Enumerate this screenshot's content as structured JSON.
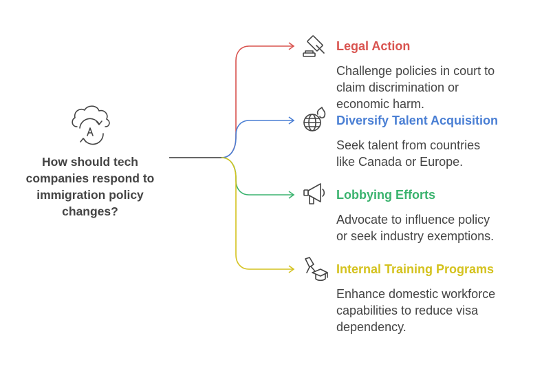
{
  "question": {
    "lines": [
      "How should tech",
      "companies respond to",
      "immigration policy",
      "changes?"
    ]
  },
  "icons": {
    "central": "translate-cloud-icon"
  },
  "branches": [
    {
      "title": "Legal Action",
      "description_lines": [
        "Challenge policies in court to",
        "claim discrimination or",
        "economic harm."
      ],
      "color": "#d9534f",
      "icon": "gavel-icon"
    },
    {
      "title": "Diversify Talent Acquisition",
      "description_lines": [
        "Seek talent from countries",
        "like Canada or Europe."
      ],
      "color": "#4a7fd4",
      "icon": "globe-icon"
    },
    {
      "title": "Lobbying Efforts",
      "description_lines": [
        "Advocate to influence policy",
        "or seek industry exemptions."
      ],
      "color": "#3ab36e",
      "icon": "megaphone-icon"
    },
    {
      "title": "Internal Training Programs",
      "description_lines": [
        "Enhance domestic workforce",
        "capabilities to reduce visa",
        "dependency."
      ],
      "color": "#d4c21e",
      "icon": "graduation-cap-icon"
    }
  ]
}
